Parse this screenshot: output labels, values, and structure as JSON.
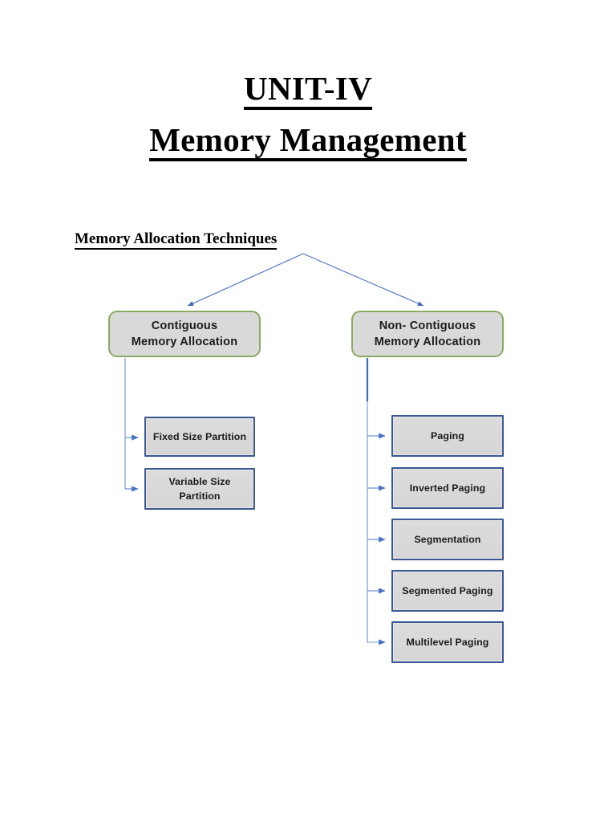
{
  "document": {
    "title_line1": "UNIT-IV",
    "title_line2": "Memory Management",
    "section_heading": "Memory Allocation Techniques"
  },
  "colors": {
    "page_background": "#ffffff",
    "level1_border": "#89A861",
    "leaf_border": "#3A5894",
    "node_fill": "#D9D9D9",
    "connector": "#4472C4",
    "text": "#1a1a1a",
    "heading_text": "#000000"
  },
  "diagram": {
    "type": "tree",
    "root_label": "Memory Allocation Techniques",
    "branches": [
      {
        "id": "contiguous",
        "line1": "Contiguous",
        "line2": "Memory Allocation",
        "children": [
          {
            "id": "fixed-size-partition",
            "line1": "Fixed Size Partition",
            "line2": ""
          },
          {
            "id": "variable-size-partition",
            "line1": "Variable Size",
            "line2": "Partition"
          }
        ]
      },
      {
        "id": "non-contiguous",
        "line1": "Non- Contiguous",
        "line2": "Memory Allocation",
        "children": [
          {
            "id": "paging",
            "line1": "Paging",
            "line2": ""
          },
          {
            "id": "inverted-paging",
            "line1": "Inverted Paging",
            "line2": ""
          },
          {
            "id": "segmentation",
            "line1": "Segmentation",
            "line2": ""
          },
          {
            "id": "segmented-paging",
            "line1": "Segmented Paging",
            "line2": ""
          },
          {
            "id": "multilevel-paging",
            "line1": "Multilevel Paging",
            "line2": ""
          }
        ]
      }
    ]
  }
}
